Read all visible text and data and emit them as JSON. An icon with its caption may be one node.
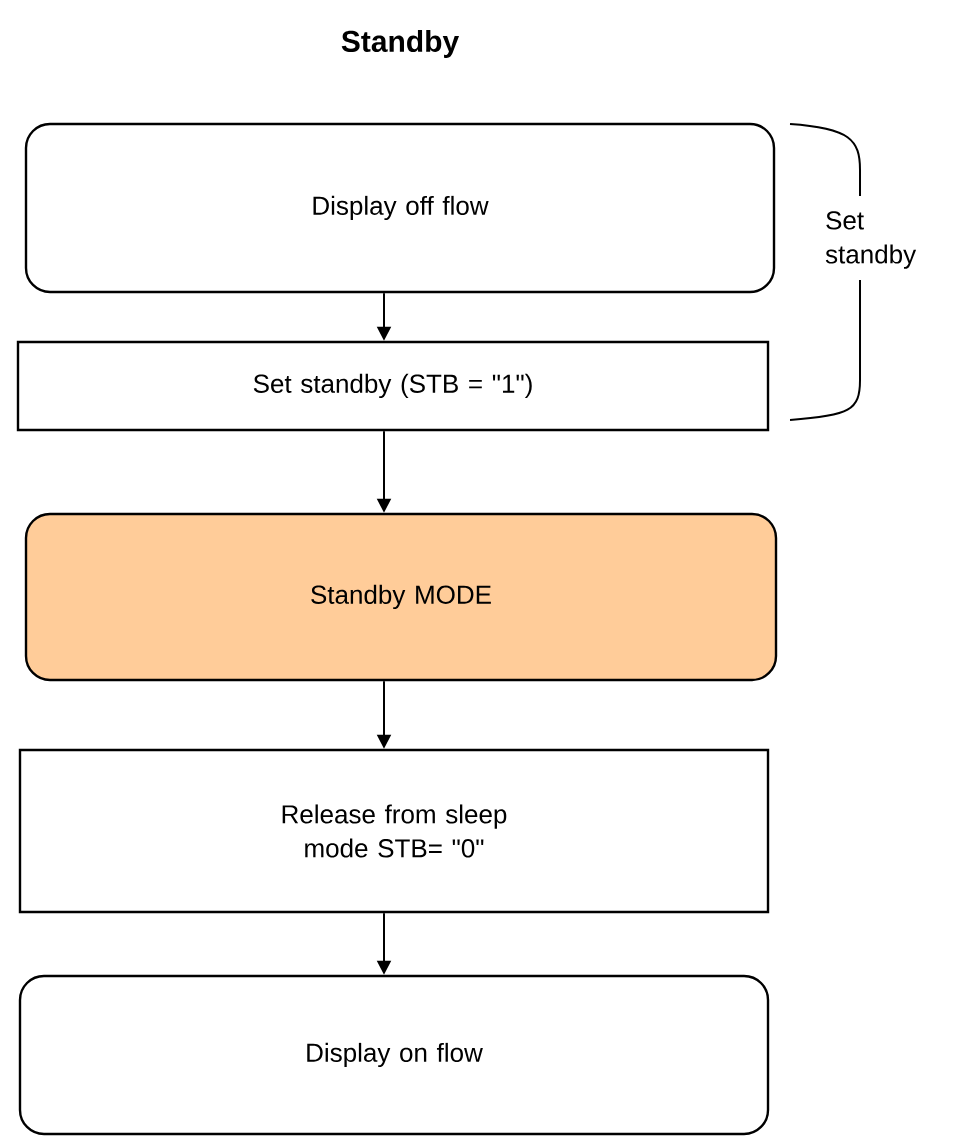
{
  "diagram": {
    "title": "Standby",
    "nodes": [
      {
        "text": [
          "Display off flow"
        ]
      },
      {
        "text": [
          "Set standby (STB = \"1\")"
        ]
      },
      {
        "text": [
          "Standby MODE"
        ]
      },
      {
        "text": [
          "Release from sleep mode STB= \"0\""
        ]
      },
      {
        "text": [
          "Display on flow"
        ]
      }
    ],
    "edges": [
      {
        "from": 0,
        "to": 1,
        "arrow": "to"
      },
      {
        "from": 1,
        "to": 2,
        "arrow": "to"
      },
      {
        "from": 2,
        "to": 3,
        "arrow": "to"
      },
      {
        "from": 3,
        "to": 4,
        "arrow": "to"
      }
    ],
    "labels": [
      "Set standby"
    ]
  }
}
